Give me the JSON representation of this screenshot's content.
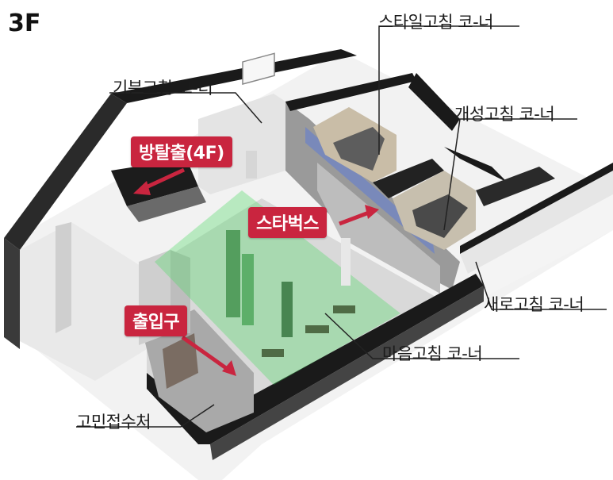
{
  "floor": "3F",
  "labels": {
    "mood": "기분고침 코-너",
    "style": "스타일고침 코-너",
    "personality": "개성고침 코-너",
    "refresh": "새로고침 코-너",
    "mind": "마음고침 코-너",
    "reception": "고민접수처"
  },
  "tags": {
    "escape": "방탈출(4F)",
    "starbucks": "스타벅스",
    "entrance": "출입구"
  },
  "colors": {
    "tag": "#c9253f",
    "green_zone": "#4cd964",
    "wall": "#1a1a1a"
  }
}
